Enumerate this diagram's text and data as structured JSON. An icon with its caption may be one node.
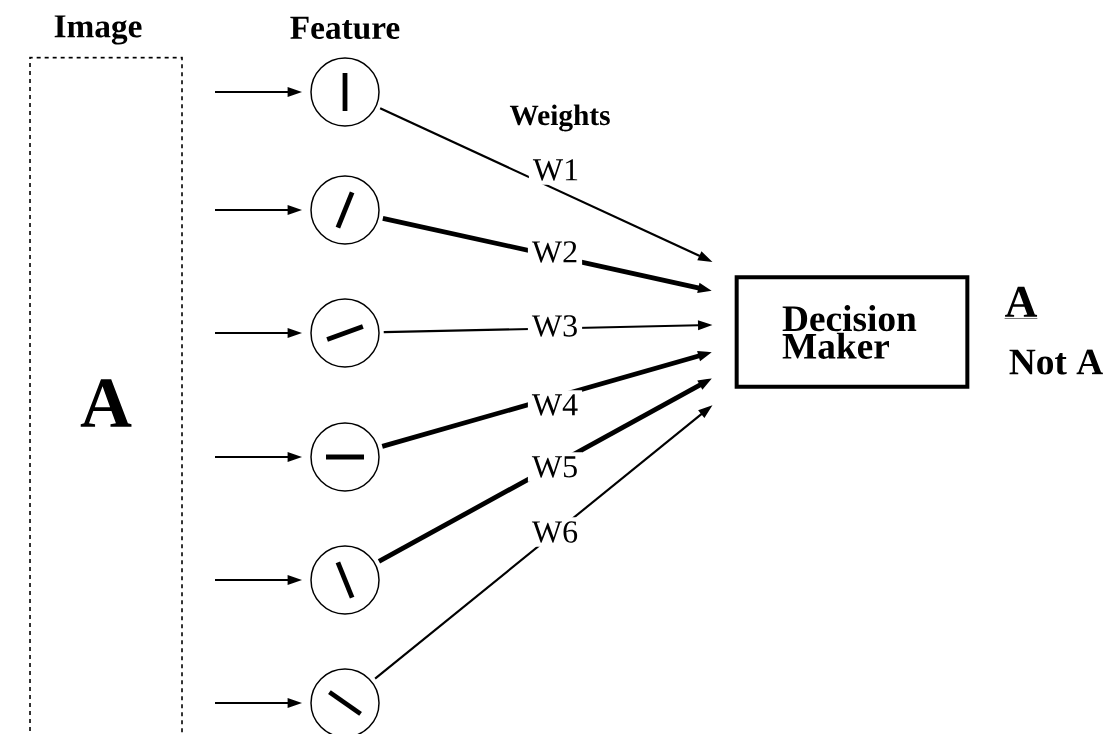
{
  "diagram": {
    "nodes": [
      {
        "text": [
          "Image",
          "A"
        ]
      },
      {
        "text": [],
        "shape": "circle"
      },
      {
        "text": [],
        "shape": "circle"
      },
      {
        "text": [],
        "shape": "circle"
      },
      {
        "text": [],
        "shape": "circle"
      },
      {
        "text": [],
        "shape": "circle"
      },
      {
        "text": [],
        "shape": "circle"
      },
      {
        "text": [
          "Decision Maker"
        ],
        "beside": [
          "A",
          "Not A"
        ]
      }
    ],
    "edges": [
      {
        "from": null,
        "to": 1,
        "arrow": "to"
      },
      {
        "from": null,
        "to": 2,
        "arrow": "to"
      },
      {
        "from": null,
        "to": 3,
        "arrow": "to"
      },
      {
        "from": null,
        "to": 4,
        "arrow": "to"
      },
      {
        "from": null,
        "to": 5,
        "arrow": "to"
      },
      {
        "from": null,
        "to": 6,
        "arrow": "to"
      },
      {
        "from": 1,
        "to": 7,
        "arrow": "to",
        "label": "W1"
      },
      {
        "from": 2,
        "to": 7,
        "arrow": "to",
        "label": "W2",
        "style": "thick"
      },
      {
        "from": 3,
        "to": 7,
        "arrow": "to",
        "label": "W3"
      },
      {
        "from": 4,
        "to": 7,
        "arrow": "to",
        "label": "W4",
        "style": "thick"
      },
      {
        "from": 5,
        "to": 7,
        "arrow": "to",
        "label": "W5",
        "style": "thick"
      },
      {
        "from": 6,
        "to": 7,
        "arrow": "to",
        "label": "W6"
      }
    ],
    "labels": [
      "Feature",
      "Weights"
    ]
  }
}
